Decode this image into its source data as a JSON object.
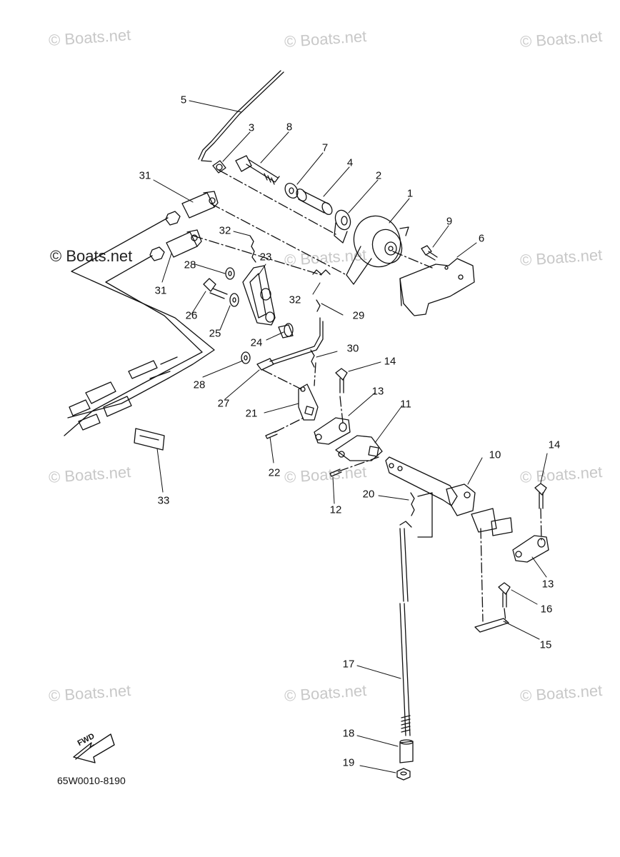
{
  "watermark": "© Boats.net",
  "diagram_code": "65W0010-8190",
  "fwd_label": "FWD",
  "callouts": [
    {
      "id": "c1",
      "text": "1"
    },
    {
      "id": "c2",
      "text": "2"
    },
    {
      "id": "c3",
      "text": "3"
    },
    {
      "id": "c4",
      "text": "4"
    },
    {
      "id": "c5",
      "text": "5"
    },
    {
      "id": "c6",
      "text": "6"
    },
    {
      "id": "c7",
      "text": "7"
    },
    {
      "id": "c8",
      "text": "8"
    },
    {
      "id": "c9",
      "text": "9"
    },
    {
      "id": "c10",
      "text": "10"
    },
    {
      "id": "c11",
      "text": "11"
    },
    {
      "id": "c12",
      "text": "12"
    },
    {
      "id": "c13a",
      "text": "13"
    },
    {
      "id": "c13b",
      "text": "13"
    },
    {
      "id": "c14a",
      "text": "14"
    },
    {
      "id": "c14b",
      "text": "14"
    },
    {
      "id": "c15",
      "text": "15"
    },
    {
      "id": "c16",
      "text": "16"
    },
    {
      "id": "c17",
      "text": "17"
    },
    {
      "id": "c18",
      "text": "18"
    },
    {
      "id": "c19",
      "text": "19"
    },
    {
      "id": "c20",
      "text": "20"
    },
    {
      "id": "c21",
      "text": "21"
    },
    {
      "id": "c22",
      "text": "22"
    },
    {
      "id": "c23",
      "text": "23"
    },
    {
      "id": "c24",
      "text": "24"
    },
    {
      "id": "c25",
      "text": "25"
    },
    {
      "id": "c26",
      "text": "26"
    },
    {
      "id": "c27",
      "text": "27"
    },
    {
      "id": "c28a",
      "text": "28"
    },
    {
      "id": "c28b",
      "text": "28"
    },
    {
      "id": "c29",
      "text": "29"
    },
    {
      "id": "c30",
      "text": "30"
    },
    {
      "id": "c31a",
      "text": "31"
    },
    {
      "id": "c31b",
      "text": "31"
    },
    {
      "id": "c32a",
      "text": "32"
    },
    {
      "id": "c32b",
      "text": "32"
    },
    {
      "id": "c33",
      "text": "33"
    }
  ]
}
